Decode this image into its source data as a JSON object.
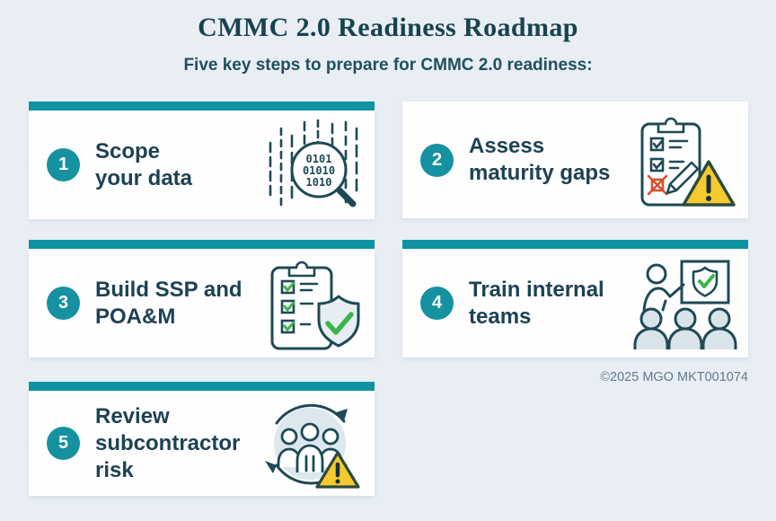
{
  "meta": {
    "background": "#e9eef5",
    "accent_teal": "#0f93a3",
    "circle_teal": "#15919f",
    "text_dark": "#1c4254",
    "title_color": "#17434f",
    "warning_yellow": "#f6c92e",
    "success_green": "#3bb54a",
    "error_red": "#d8502c"
  },
  "header": {
    "title": "CMMC 2.0 Readiness Roadmap",
    "subtitle": "Five key steps to prepare for CMMC 2.0 readiness:"
  },
  "steps": [
    {
      "number": "1",
      "label": "Scope\nyour data",
      "icon": "data-scope-magnifier-icon"
    },
    {
      "number": "2",
      "label": "Assess\nmaturity gaps",
      "icon": "checklist-warning-icon"
    },
    {
      "number": "3",
      "label": "Build SSP and\nPOA&M",
      "icon": "checklist-shield-icon"
    },
    {
      "number": "4",
      "label": "Train internal\nteams",
      "icon": "training-presentation-icon"
    },
    {
      "number": "5",
      "label": "Review\nsubcontractor\nrisk",
      "icon": "team-cycle-warning-icon"
    }
  ],
  "footer": {
    "copyright": "©2025 MGO MKT001074"
  }
}
